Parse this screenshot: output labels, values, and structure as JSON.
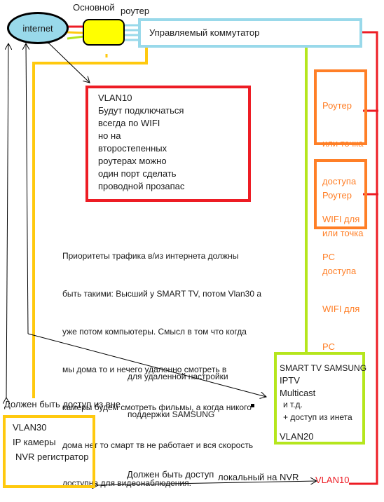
{
  "internet_label": "internet",
  "main_router_label": "Основной",
  "router_word": "роутер",
  "switch_label": "Управляемый коммутатор",
  "vlan10_box": {
    "title": "VLAN10",
    "lines": [
      "Будут подключаться",
      "всегда по WIFI",
      "но на",
      "второстепенных",
      "роутерах можно",
      "один порт сделать",
      "проводной прозапас"
    ]
  },
  "wifi_router_1": {
    "lines": [
      "Роутер",
      "или точка",
      "доступа",
      "WIFI для",
      "PC"
    ]
  },
  "wifi_router_2": {
    "lines": [
      "Роутер",
      "или точка",
      "доступа",
      "WIFI для",
      "PC"
    ]
  },
  "priority_note": {
    "lines": [
      "Приоритеты трафика в/из интернета должны",
      "быть такими: Высший у SMART TV, потом Vlan30 а",
      "уже потом компьютеры. Смысл в том что когда",
      "мы дома то и нечего удаленно смотреть в",
      "камеры будем смотреть фильмы, а когда никого",
      "дома нет то смарт тв не работает и вся скорость",
      "доступна для видеонаблюдения."
    ]
  },
  "samsung_note": {
    "lines": [
      "для удаленной настройки",
      "поддержки SAMSUNG"
    ]
  },
  "smart_tv_box": {
    "line1": "SMART TV SAMSUNG",
    "line2": "IPTV",
    "line3": "Multicast",
    "line4": "и т.д.",
    "line5": "+ доступ из инета",
    "vlan": "VLAN20"
  },
  "access_outside_label": "Должен быть доступ из вне",
  "vlan30_box": {
    "title": "VLAN30",
    "line1": "IP камеры",
    "line2": "NVR регистратор"
  },
  "local_access_label_a": "Должен быть доступ",
  "local_access_label_b": "локальный на NVR",
  "vlan10_bottom_label": "VLAN10",
  "colors": {
    "red": "#ed1c24",
    "orange": "#ff7f27",
    "yellow": "#ffc90e",
    "lime": "#b5e61d",
    "sky": "#99d9ea",
    "router_yellow": "#ffff00"
  }
}
